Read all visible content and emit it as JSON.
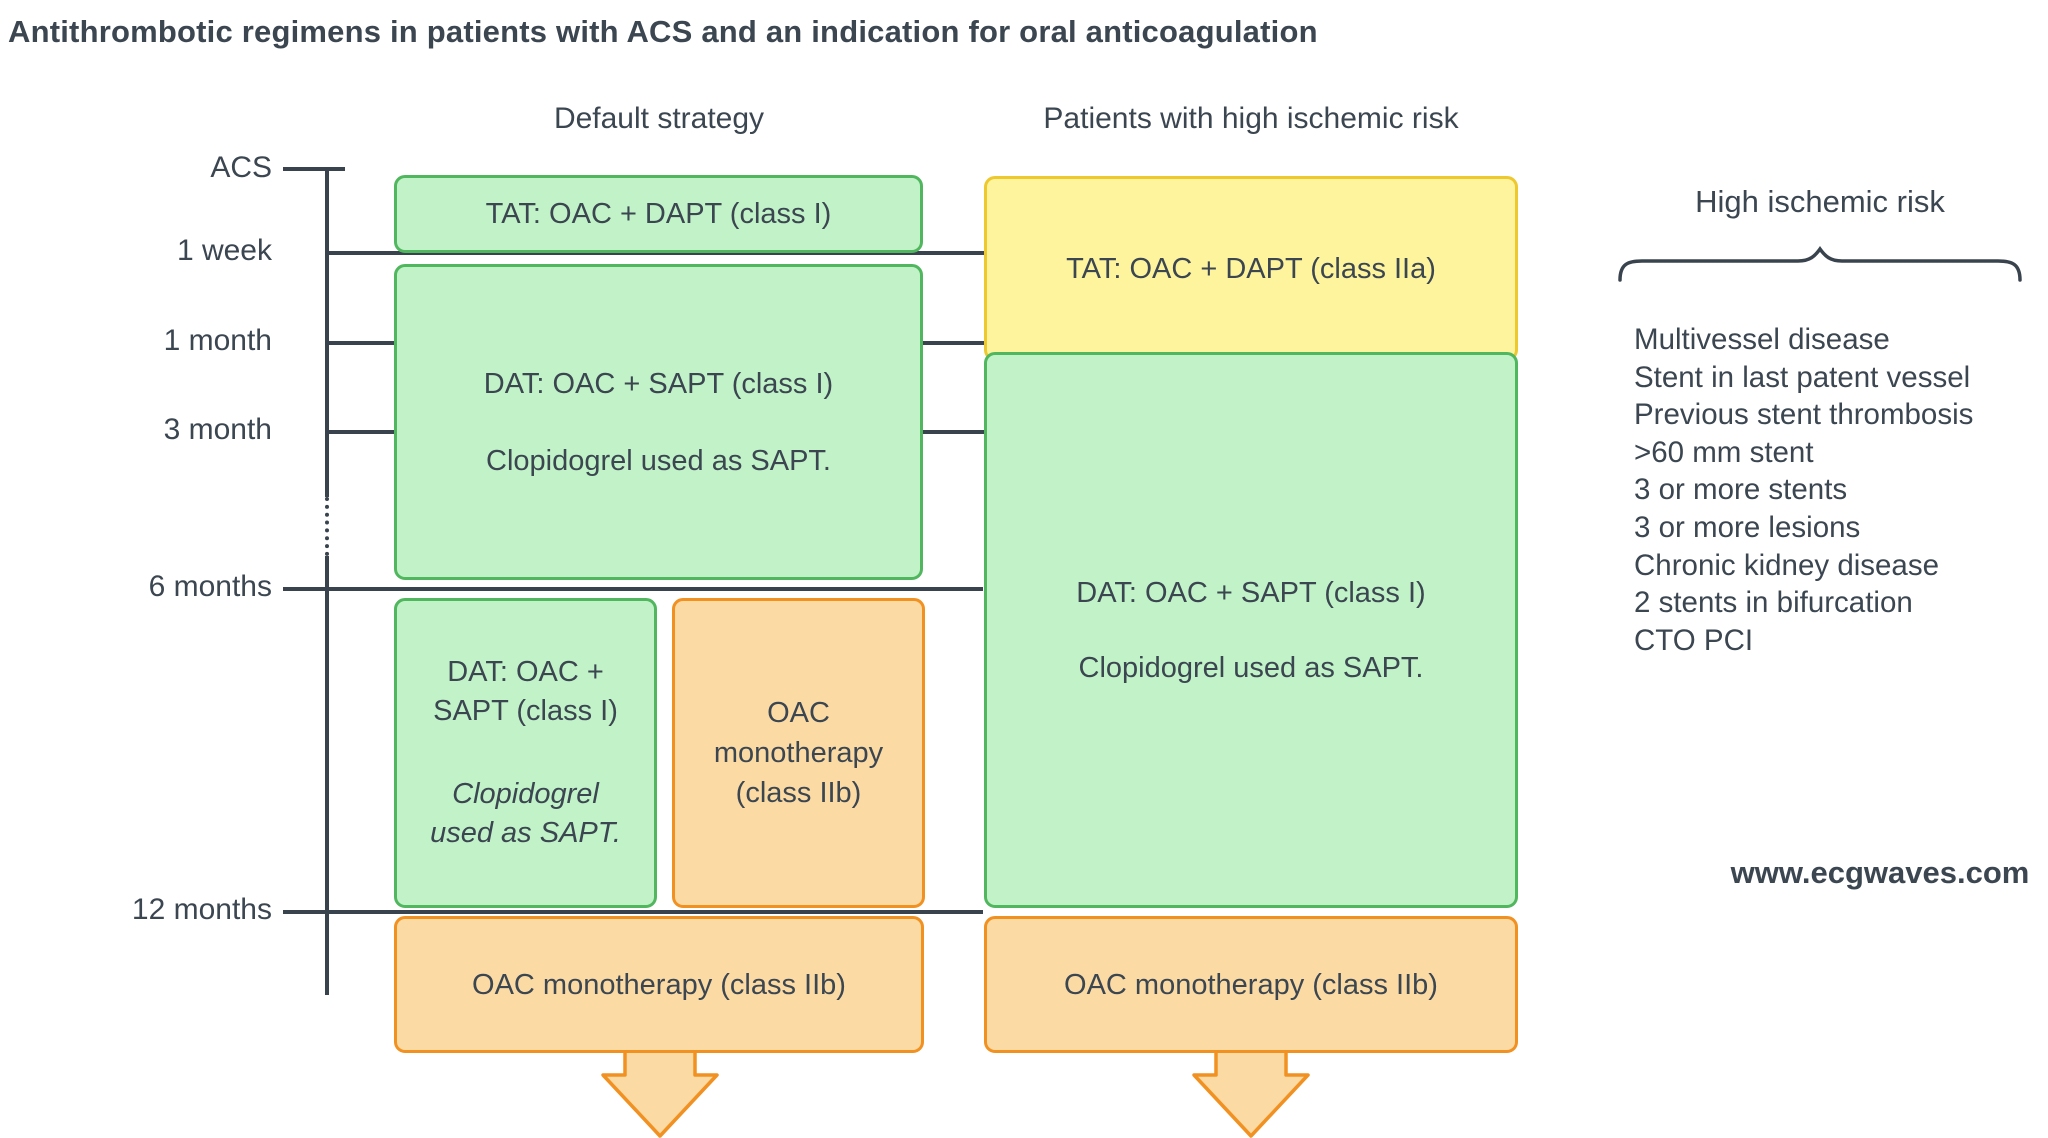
{
  "title": "Antithrombotic regimens in patients with ACS and an indication for oral anticoagulation",
  "columns": {
    "default_header": "Default strategy",
    "high_risk_header": "Patients with high ischemic risk"
  },
  "timeline": {
    "labels": [
      "ACS",
      "1 week",
      "1 month",
      "3 month",
      "6 months",
      "12 months"
    ]
  },
  "boxes": {
    "default_tat": {
      "text": "TAT: OAC + DAPT (class I)",
      "color": "green"
    },
    "default_dat": {
      "line1": "DAT: OAC + SAPT (class I)",
      "line2": "Clopidogrel used as SAPT.",
      "color": "green"
    },
    "default_dat_6_12": {
      "line1": "DAT: OAC +",
      "line2": "SAPT (class I)",
      "line3": "Clopidogrel",
      "line4": "used as SAPT.",
      "color": "green"
    },
    "default_oac_6_12": {
      "line1": "OAC",
      "line2": "monotherapy",
      "line3": "(class IIb)",
      "color": "orange"
    },
    "default_oac_12": {
      "text": "OAC monotherapy (class IIb)",
      "color": "orange"
    },
    "risk_tat": {
      "text": "TAT: OAC + DAPT (class IIa)",
      "color": "yellow"
    },
    "risk_dat": {
      "line1": "DAT: OAC + SAPT (class I)",
      "line2": "Clopidogrel used as SAPT.",
      "color": "green"
    },
    "risk_oac_12": {
      "text": "OAC monotherapy (class IIb)",
      "color": "orange"
    }
  },
  "risk_panel": {
    "heading": "High ischemic risk",
    "items": [
      "Multivessel disease",
      "Stent in last patent vessel",
      "Previous stent thrombosis",
      ">60 mm stent",
      "3 or more stents",
      "3 or more lesions",
      "Chronic kidney disease",
      "2 stents in bifurcation",
      "CTO PCI"
    ]
  },
  "watermark": "www.ecgwaves.com",
  "colors": {
    "green_fill": "#c2f3c8",
    "green_border": "#50b75f",
    "yellow_fill": "#fdf49d",
    "yellow_border": "#eec82f",
    "orange_fill": "#fbdaa4",
    "orange_border": "#f19122",
    "line_color": "#39434e",
    "text_color": "#3b4651",
    "bg_color": "#ffffff"
  }
}
